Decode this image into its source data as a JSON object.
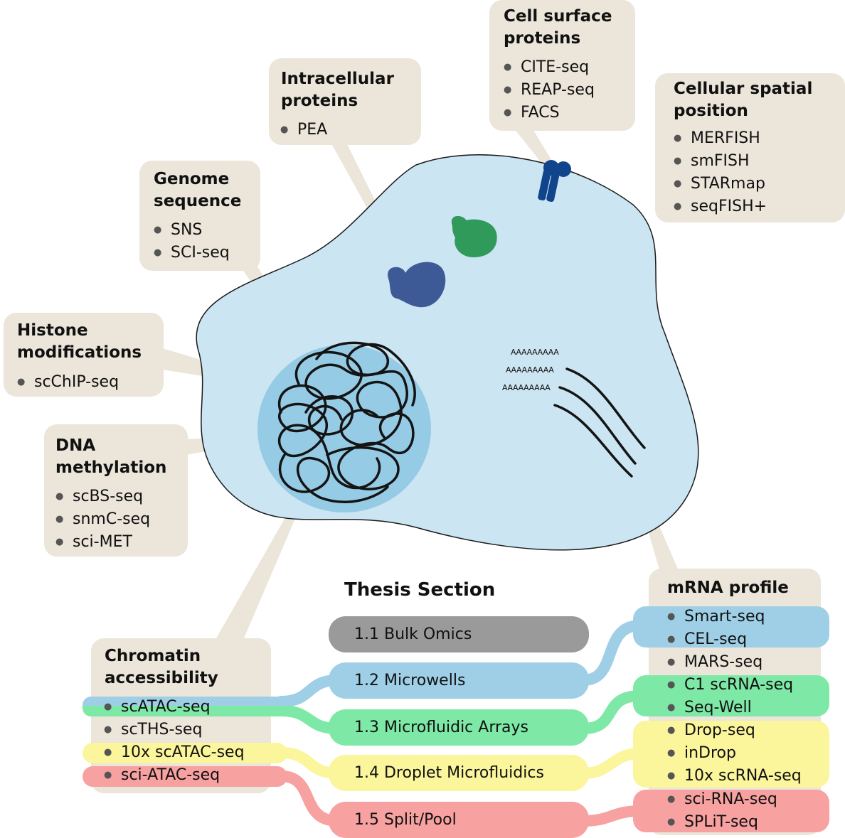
{
  "callouts": {
    "cell_surface": {
      "heading": [
        "Cell surface",
        "proteins"
      ],
      "items": [
        "CITE-seq",
        "REAP-seq",
        "FACS"
      ]
    },
    "intracellular": {
      "heading": [
        "Intracellular",
        "proteins"
      ],
      "items": [
        "PEA"
      ]
    },
    "spatial": {
      "heading": [
        "Cellular spatial",
        "position"
      ],
      "items": [
        "MERFISH",
        "smFISH",
        "STARmap",
        "seqFISH+"
      ]
    },
    "genome": {
      "heading": [
        "Genome",
        "sequence"
      ],
      "items": [
        "SNS",
        "SCI-seq"
      ]
    },
    "histone": {
      "heading": [
        "Histone",
        "modifications"
      ],
      "items": [
        "scChIP-seq"
      ]
    },
    "methylation": {
      "heading": [
        "DNA",
        "methylation"
      ],
      "items": [
        "scBS-seq",
        "snmC-seq",
        "sci-MET"
      ]
    },
    "chromatin": {
      "heading": [
        "Chromatin",
        "accessibility"
      ],
      "items": [
        "scATAC-seq",
        "scTHS-seq",
        "10x scATAC-seq",
        "sci-ATAC-seq"
      ]
    },
    "mrna": {
      "heading": [
        "mRNA profile"
      ],
      "items": [
        "Smart-seq",
        "CEL-seq",
        "MARS-seq",
        "C1 scRNA-seq",
        "Seq-Well",
        "Drop-seq",
        "inDrop",
        "10x scRNA-seq",
        "sci-RNA-seq",
        "SPLiT-seq"
      ]
    }
  },
  "thesis": {
    "title": "Thesis Section",
    "sections": [
      "1.1 Bulk Omics",
      "1.2 Microwells",
      "1.3 Microfluidic Arrays",
      "1.4 Droplet Microfluidics",
      "1.5 Split/Pool"
    ]
  },
  "polyA_tail": "AAAAAAAAA",
  "colors": {
    "box": "#ebe5da",
    "cell": "#cbe5f2",
    "nucleus": "#95cbe4",
    "bulk": "#9a9a9a",
    "microwells": "#9fcfe6",
    "microfluidic": "#7ee8a6",
    "droplet": "#fbf59b",
    "splitpool": "#f7a1a1"
  }
}
